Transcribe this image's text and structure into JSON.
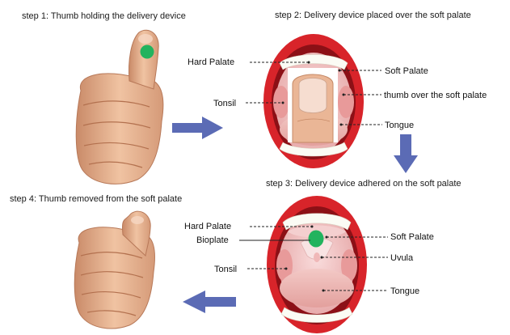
{
  "steps": {
    "step1": "step 1:   Thumb holding the delivery device",
    "step2": "step 2: Delivery device placed over the soft palate",
    "step3": "step 3: Delivery device adhered on the soft palate",
    "step4": "step 4: Thumb removed from the soft palate"
  },
  "top_mouth_labels": {
    "hard_palate": "Hard Palate",
    "tonsil": "Tonsil",
    "soft_palate": "Soft Palate",
    "thumb_over": "thumb over the soft palate",
    "tongue": "Tongue"
  },
  "bottom_mouth_labels": {
    "hard_palate": "Hard Palate",
    "bioplate": "Bioplate",
    "tonsil": "Tonsil",
    "soft_palate": "Soft Palate",
    "uvula": "Uvula",
    "tongue": "Tongue"
  },
  "colors": {
    "arrow": "#5b6bb5",
    "device": "#22b35e",
    "lip": "#d8242a",
    "skin": "#e9b48e",
    "mouth_inner": "#f2c2c0"
  }
}
